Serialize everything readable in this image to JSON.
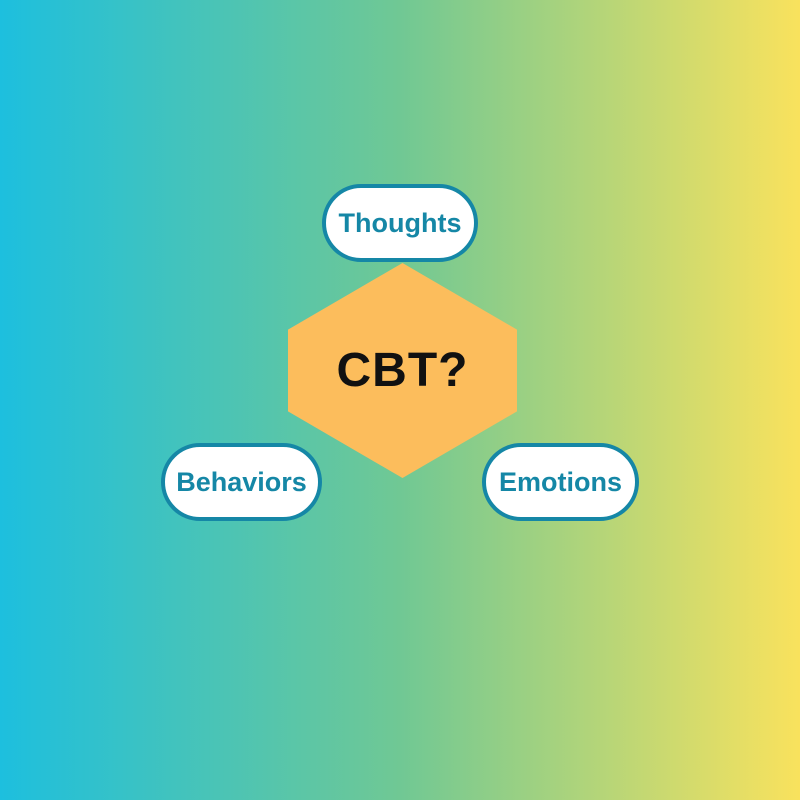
{
  "diagram": {
    "center": {
      "label": "CBT?"
    },
    "nodes": [
      {
        "id": "thoughts",
        "label": "Thoughts"
      },
      {
        "id": "behaviors",
        "label": "Behaviors"
      },
      {
        "id": "emotions",
        "label": "Emotions"
      }
    ],
    "colors": {
      "background_left": "#1DBFDE",
      "background_mid": "#70C894",
      "background_right": "#F9E25D",
      "hexagon_fill": "#FCBD5C",
      "node_fill": "#FFFFFF",
      "node_border": "#1587A6",
      "node_text": "#1587A6",
      "center_text": "#111111"
    }
  }
}
